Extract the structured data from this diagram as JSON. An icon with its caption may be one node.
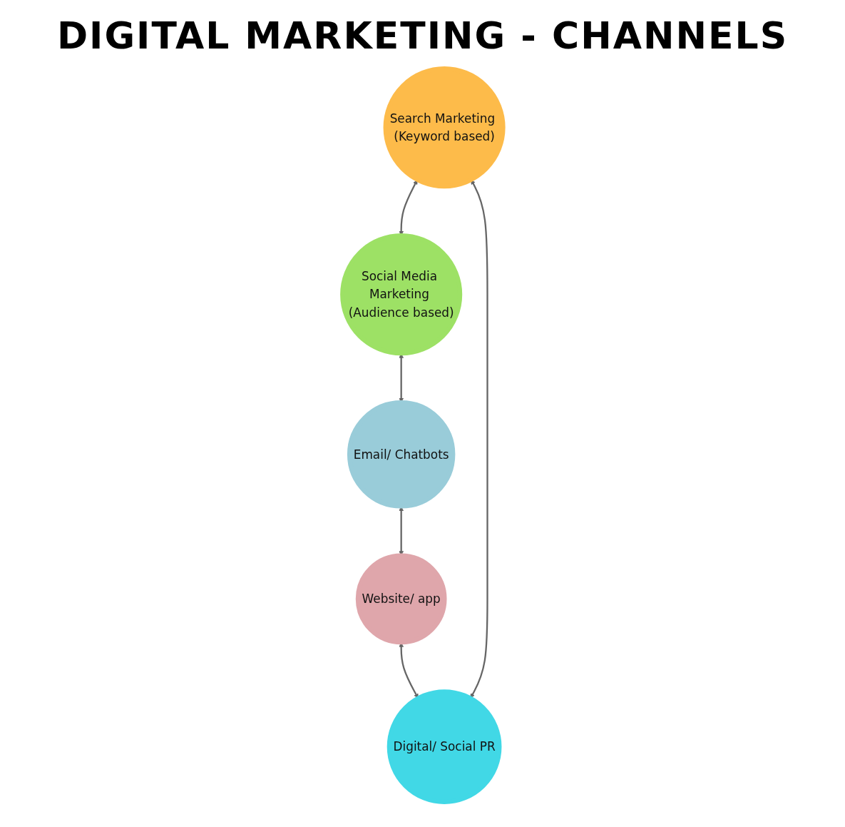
{
  "diagram": {
    "title": "DIGITAL MARKETING - CHANNELS",
    "nodes": [
      {
        "text": [
          "Search Marketing (Keyword based)"
        ]
      },
      {
        "text": [
          "Social Media Marketing (Audience based)"
        ]
      },
      {
        "text": [
          "Email/ Chatbots"
        ]
      },
      {
        "text": [
          "Website/ app"
        ]
      },
      {
        "text": [
          "Digital/ Social PR"
        ]
      }
    ],
    "edges": [
      {
        "from": 4,
        "to": 0,
        "arrow": "both"
      },
      {
        "from": 0,
        "to": 1,
        "arrow": "both"
      },
      {
        "from": 1,
        "to": 2,
        "arrow": "both"
      },
      {
        "from": 2,
        "to": 3,
        "arrow": "both"
      },
      {
        "from": 3,
        "to": 4,
        "arrow": "both"
      }
    ]
  }
}
